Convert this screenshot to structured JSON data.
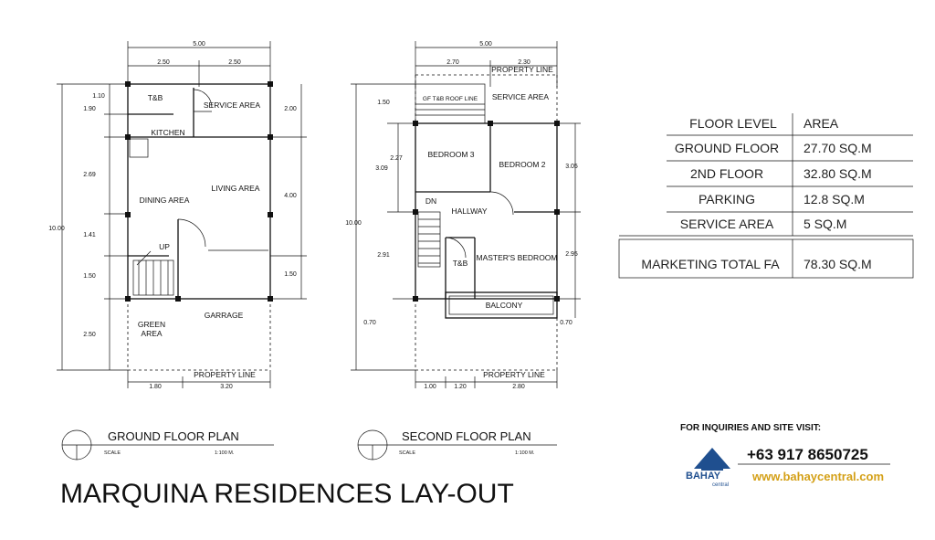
{
  "ground_floor": {
    "rooms": {
      "tb": "T&B",
      "service_area": "SERVICE AREA",
      "kitchen": "KITCHEN",
      "dining_area": "DINING AREA",
      "living_area": "LIVING AREA",
      "up": "UP",
      "green_area_1": "GREEN",
      "green_area_2": "AREA",
      "garrage": "GARRAGE",
      "property_line": "PROPERTY LINE"
    },
    "dims": {
      "top_total": "5.00",
      "top_left": "2.50",
      "top_right": "2.50",
      "left_110": "1.10",
      "left_190": "1.90",
      "left_269": "2.69",
      "left_141": "1.41",
      "left_150": "1.50",
      "left_250": "2.50",
      "left_total": "10.00",
      "right_200": "2.00",
      "right_400": "4.00",
      "right_150": "1.50",
      "bottom_180": "1.80",
      "bottom_320": "3.20"
    },
    "title": "GROUND FLOOR PLAN",
    "scale_label": "SCALE",
    "scale_value": "1:100 M."
  },
  "second_floor": {
    "rooms": {
      "property_line_top": "PROPERTY LINE",
      "gf_roof": "GF T&B ROOF LINE",
      "service_area": "SERVICE AREA",
      "bedroom3": "BEDROOM 3",
      "bedroom2": "BEDROOM 2",
      "dn": "DN",
      "hallway": "HALLWAY",
      "tb": "T&B",
      "masters": "MASTER'S BEDROOM",
      "balcony": "BALCONY",
      "property_line_bottom": "PROPERTY LINE"
    },
    "dims": {
      "top_total": "5.00",
      "top_left": "2.70",
      "top_right": "2.30",
      "left_150": "1.50",
      "left_227": "2.27",
      "left_309": "3.09",
      "left_total": "10.00",
      "left_291": "2.91",
      "left_070": "0.70",
      "right_305": "3.05",
      "right_295": "2.95",
      "right_070": "0.70",
      "bottom_100": "1.00",
      "bottom_120": "1.20",
      "bottom_280": "2.80"
    },
    "title": "SECOND FLOOR PLAN",
    "scale_label": "SCALE",
    "scale_value": "1:100 M."
  },
  "area_table": {
    "header": [
      "FLOOR LEVEL",
      "AREA"
    ],
    "rows": [
      [
        "GROUND FLOOR",
        "27.70 SQ.M"
      ],
      [
        "2ND FLOOR",
        "32.80 SQ.M"
      ],
      [
        "PARKING",
        "12.8 SQ.M"
      ],
      [
        "SERVICE AREA",
        "5 SQ.M"
      ]
    ],
    "total": [
      "MARKETING TOTAL FA",
      "78.30 SQ.M"
    ]
  },
  "contact": {
    "heading": "FOR INQUIRIES AND SITE VISIT:",
    "phone": "+63 917 8650725",
    "website": "www.bahaycentral.com",
    "logo_text": "BAHAY",
    "logo_sub": "central",
    "website_color": "#d4a017",
    "logo_color": "#1f4f8f"
  },
  "main_title": "MARQUINA RESIDENCES  LAY-OUT"
}
